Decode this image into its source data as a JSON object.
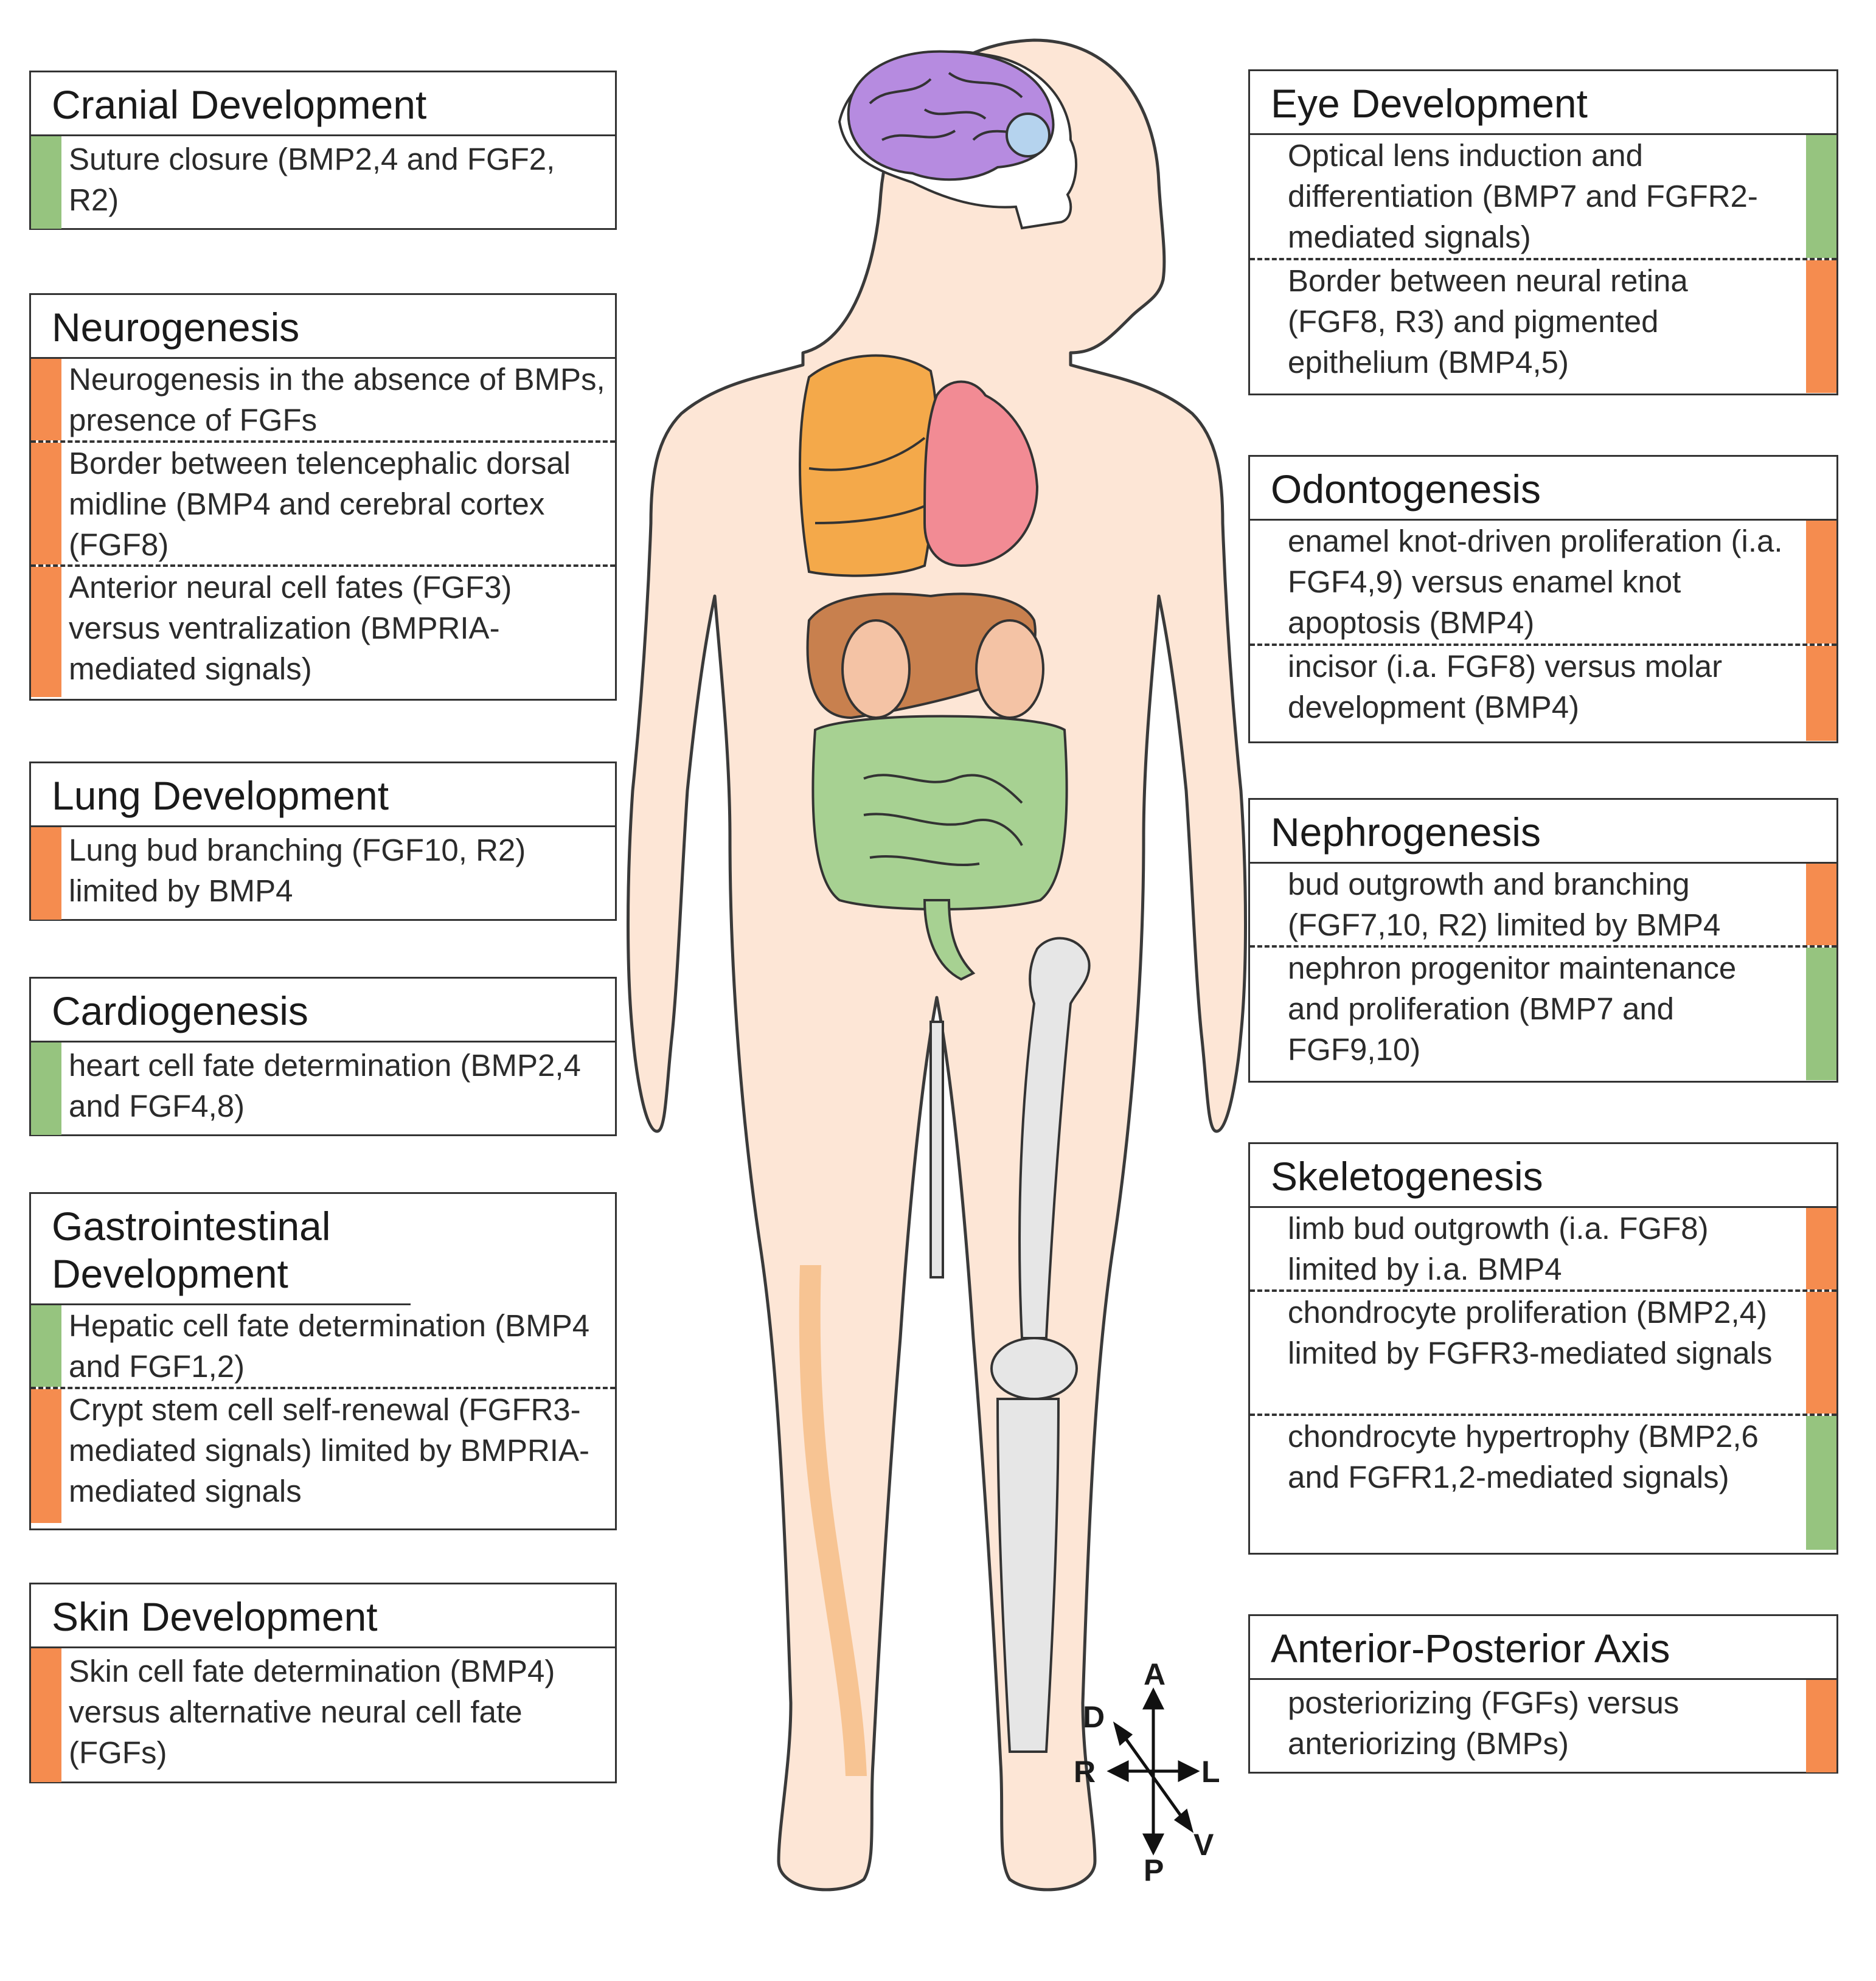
{
  "colors": {
    "green": "#96c47f",
    "orange": "#f58c4f",
    "body": "#fde6d6"
  },
  "boxes": {
    "cranial": {
      "title": "Cranial Development",
      "items": [
        {
          "text": "Suture closure (BMP2,4 and FGF2, R2)",
          "color": "green"
        }
      ]
    },
    "neuro": {
      "title": "Neurogenesis",
      "items": [
        {
          "text": "Neurogenesis in the absence of BMPs, presence of FGFs",
          "color": "orange"
        },
        {
          "text": "Border between telencephalic dorsal midline (BMP4 and cerebral cortex (FGF8)",
          "color": "orange"
        },
        {
          "text": "Anterior neural cell fates (FGF3) versus ventralization (BMPRIA-mediated signals)",
          "color": "orange"
        }
      ]
    },
    "lung": {
      "title": "Lung Development",
      "items": [
        {
          "text": "Lung bud branching (FGF10, R2) limited by BMP4",
          "color": "orange"
        }
      ]
    },
    "cardio": {
      "title": "Cardiogenesis",
      "items": [
        {
          "text": "heart cell fate determination (BMP2,4 and FGF4,8)",
          "color": "green"
        }
      ]
    },
    "gi": {
      "title": "Gastrointestinal Development",
      "items": [
        {
          "text": "Hepatic cell fate determination (BMP4 and FGF1,2)",
          "color": "green"
        },
        {
          "text": "Crypt stem cell self-renewal (FGFR3-mediated signals) limited by BMPRIA-mediated signals",
          "color": "orange"
        }
      ]
    },
    "skin": {
      "title": "Skin Development",
      "items": [
        {
          "text": "Skin cell fate determination (BMP4) versus alternative neural cell fate (FGFs)",
          "color": "orange"
        }
      ]
    },
    "eye": {
      "title": "Eye Development",
      "items": [
        {
          "text": "Optical lens induction and differentiation (BMP7 and FGFR2-mediated signals)",
          "color": "green"
        },
        {
          "text": "Border between neural retina (FGF8, R3) and pigmented epithelium (BMP4,5)",
          "color": "orange"
        }
      ]
    },
    "odonto": {
      "title": "Odontogenesis",
      "items": [
        {
          "text": "enamel knot-driven proliferation (i.a. FGF4,9) versus enamel knot apoptosis (BMP4)",
          "color": "orange"
        },
        {
          "text": "incisor (i.a. FGF8) versus molar development (BMP4)",
          "color": "orange"
        }
      ]
    },
    "nephro": {
      "title": "Nephrogenesis",
      "items": [
        {
          "text": "bud outgrowth and branching (FGF7,10, R2) limited by BMP4",
          "color": "orange"
        },
        {
          "text": "nephron progenitor maintenance and proliferation (BMP7 and FGF9,10)",
          "color": "green"
        }
      ]
    },
    "skeleto": {
      "title": "Skeletogenesis",
      "items": [
        {
          "text": "limb bud outgrowth (i.a. FGF8) limited by i.a. BMP4",
          "color": "orange"
        },
        {
          "text": "chondrocyte proliferation (BMP2,4) limited by FGFR3-mediated signals",
          "color": "orange"
        },
        {
          "text": "chondrocyte hypertrophy (BMP2,6 and FGFR1,2-mediated signals)",
          "color": "green"
        }
      ]
    },
    "ap": {
      "title": "Anterior-Posterior Axis",
      "items": [
        {
          "text": "posteriorizing (FGFs) versus anteriorizing (BMPs)",
          "color": "orange"
        }
      ]
    }
  },
  "compass": {
    "a": "A",
    "p": "P",
    "d": "D",
    "v": "V",
    "r": "R",
    "l": "L"
  }
}
